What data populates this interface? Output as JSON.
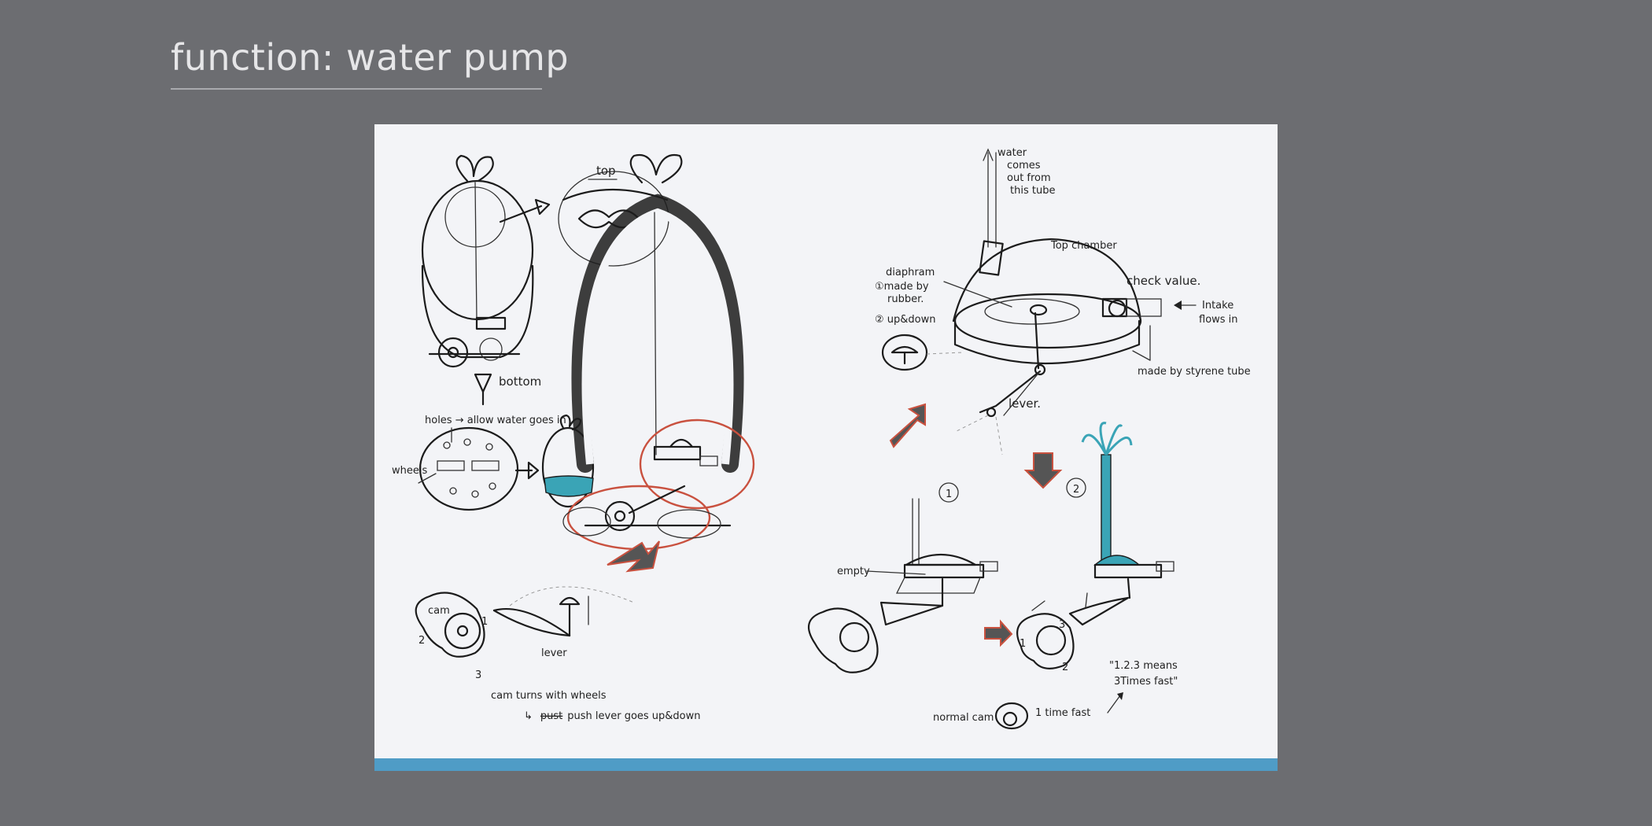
{
  "slide": {
    "title": "function: water pump",
    "accent_color": "#4f9cc6",
    "background_color": "#6c6d71",
    "card_color": "#f3f4f7"
  },
  "annotations": {
    "top": "top",
    "bottom": "bottom",
    "holes": "holes → allow water goes in",
    "wheels": "wheels",
    "water_1": "water",
    "water_2": "comes",
    "water_3": "out from",
    "water_4": "this tube",
    "top_chamber": "Top chamber",
    "check_value": "check value.",
    "intake_1": "Intake",
    "intake_2": "flows in",
    "diaphram_1": "diaphram",
    "diaphram_2": "①made by",
    "diaphram_3": "rubber.",
    "diaphram_4": "② up&down",
    "styrene": "made by styrene tube",
    "lever_top": "lever.",
    "cam": "cam",
    "lever_bottom": "lever",
    "cam_turns": "cam turns with wheels",
    "push_prefix": "↳",
    "push_struck": "pust",
    "push_rest": "push lever goes up&down",
    "empty": "empty",
    "step_1": "1",
    "step_2": "2",
    "means_1": "\"1.2.3 means",
    "means_2": "3Times fast\"",
    "normal_cam": "normal cam",
    "one_time_fast": "1 time fast",
    "cam_num_1": "1",
    "cam_num_2": "2",
    "cam_num_3": "3"
  },
  "icons": [
    "arrow-icon",
    "water-fountain-icon",
    "cam-icon",
    "lever-icon"
  ]
}
